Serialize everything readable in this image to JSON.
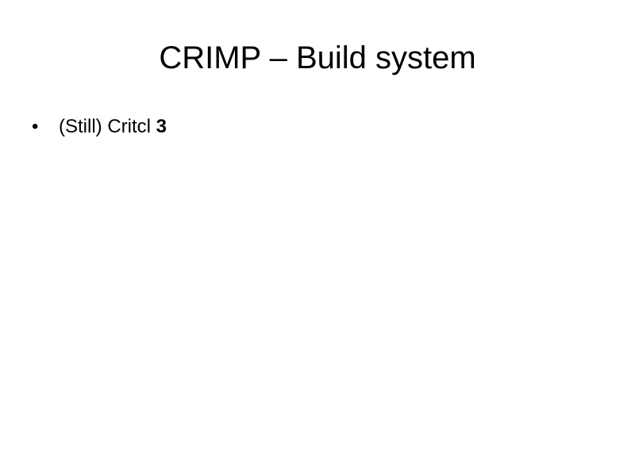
{
  "slide": {
    "title": "CRIMP – Build system",
    "bullets": [
      {
        "marker": "•",
        "text": "(Still) Critcl ",
        "emphasis": "3"
      }
    ]
  }
}
